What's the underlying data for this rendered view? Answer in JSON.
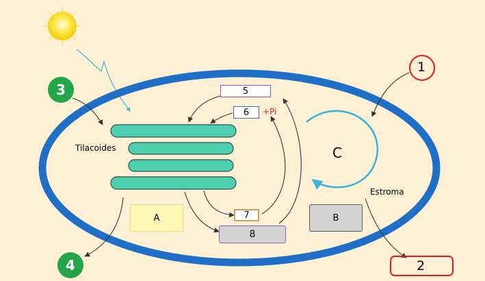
{
  "labels": {
    "tilacoides": "Tilacoides",
    "estroma": "Estroma",
    "cycle_c": "C",
    "pi": "+Pi"
  },
  "boxes": {
    "a": "A",
    "b": "B",
    "n5": "5",
    "n6": "6",
    "n7": "7",
    "n8": "8"
  },
  "markers": {
    "m1": "1",
    "m2": "2",
    "m3": "3",
    "m4": "4"
  },
  "colors": {
    "background": "#fdf0d5",
    "chloroplast_outline": "#1f6fc7",
    "thylakoid": "#4dcfb0",
    "thylakoid_stroke": "#2a4d4a",
    "cycle": "#3db3d9",
    "marker_green": "#23a548",
    "marker_red": "#e8191b",
    "box_a_fill": "#fff7b8",
    "box_b_fill": "#d3d3d3",
    "box_8_fill": "#d3d3d3",
    "pi_text": "#e8191b"
  },
  "icons": {
    "sun": "sun-icon",
    "light_ray": "light-ray-icon"
  }
}
